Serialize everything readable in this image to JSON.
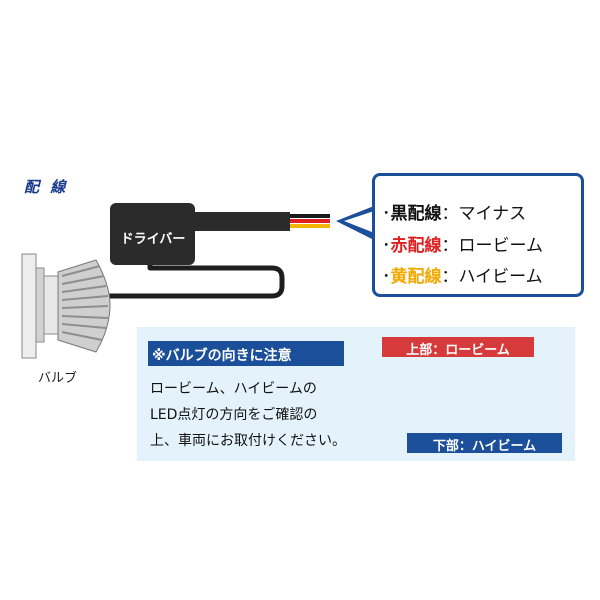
{
  "title": "配 線",
  "driver": {
    "label": "ドライバー"
  },
  "bulb": {
    "label": "バルブ"
  },
  "wires": [
    {
      "prefix": "･",
      "name": "黒配線",
      "sep": "：",
      "desc": "マイナス",
      "color": "#111111"
    },
    {
      "prefix": "･",
      "name": "赤配線",
      "sep": "：",
      "desc": "ロービーム",
      "color": "#e02020"
    },
    {
      "prefix": "･",
      "name": "黄配線",
      "sep": "：",
      "desc": "ハイビーム",
      "color": "#f2a900"
    }
  ],
  "notice": {
    "title": "※バルブの向きに注意",
    "lines": [
      "ロービーム、ハイビームの",
      "LED点灯の方向をご確認の",
      "上、車両にお取付けください。"
    ]
  },
  "photo": {
    "upper_label": "上部：ロービーム",
    "lower_label": "下部：ハイビーム"
  },
  "colors": {
    "accent_blue": "#1c4f9a",
    "panel_bg": "#e3f2fb",
    "red": "#d73a3a",
    "yellow": "#f2a900"
  }
}
